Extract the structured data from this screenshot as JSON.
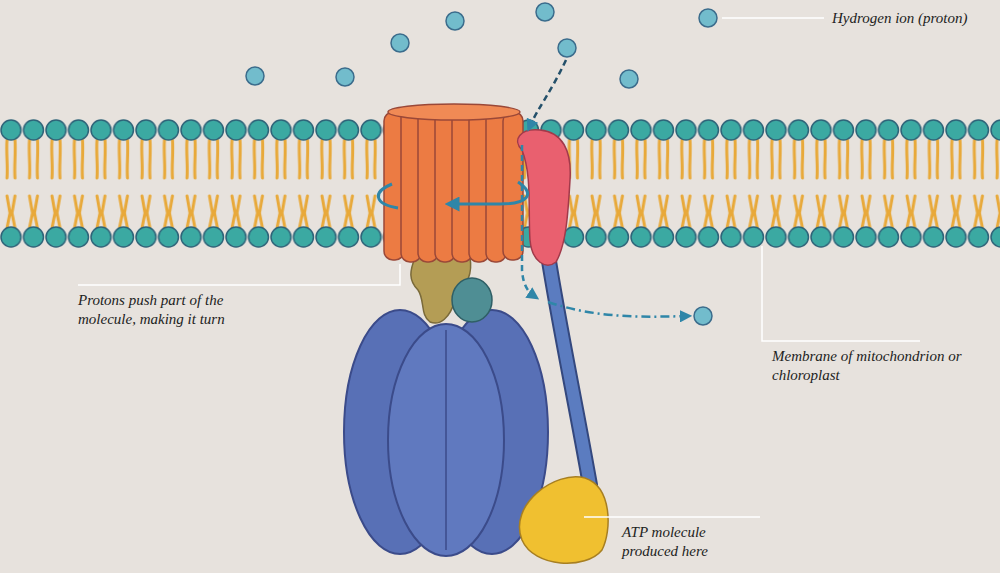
{
  "diagram": {
    "labels": [
      "Hydrogen ion (proton)",
      "Protons push part of the molecule, making it turn",
      "Membrane of mitochondrion or chloroplast",
      "ATP molecule produced here"
    ]
  }
}
